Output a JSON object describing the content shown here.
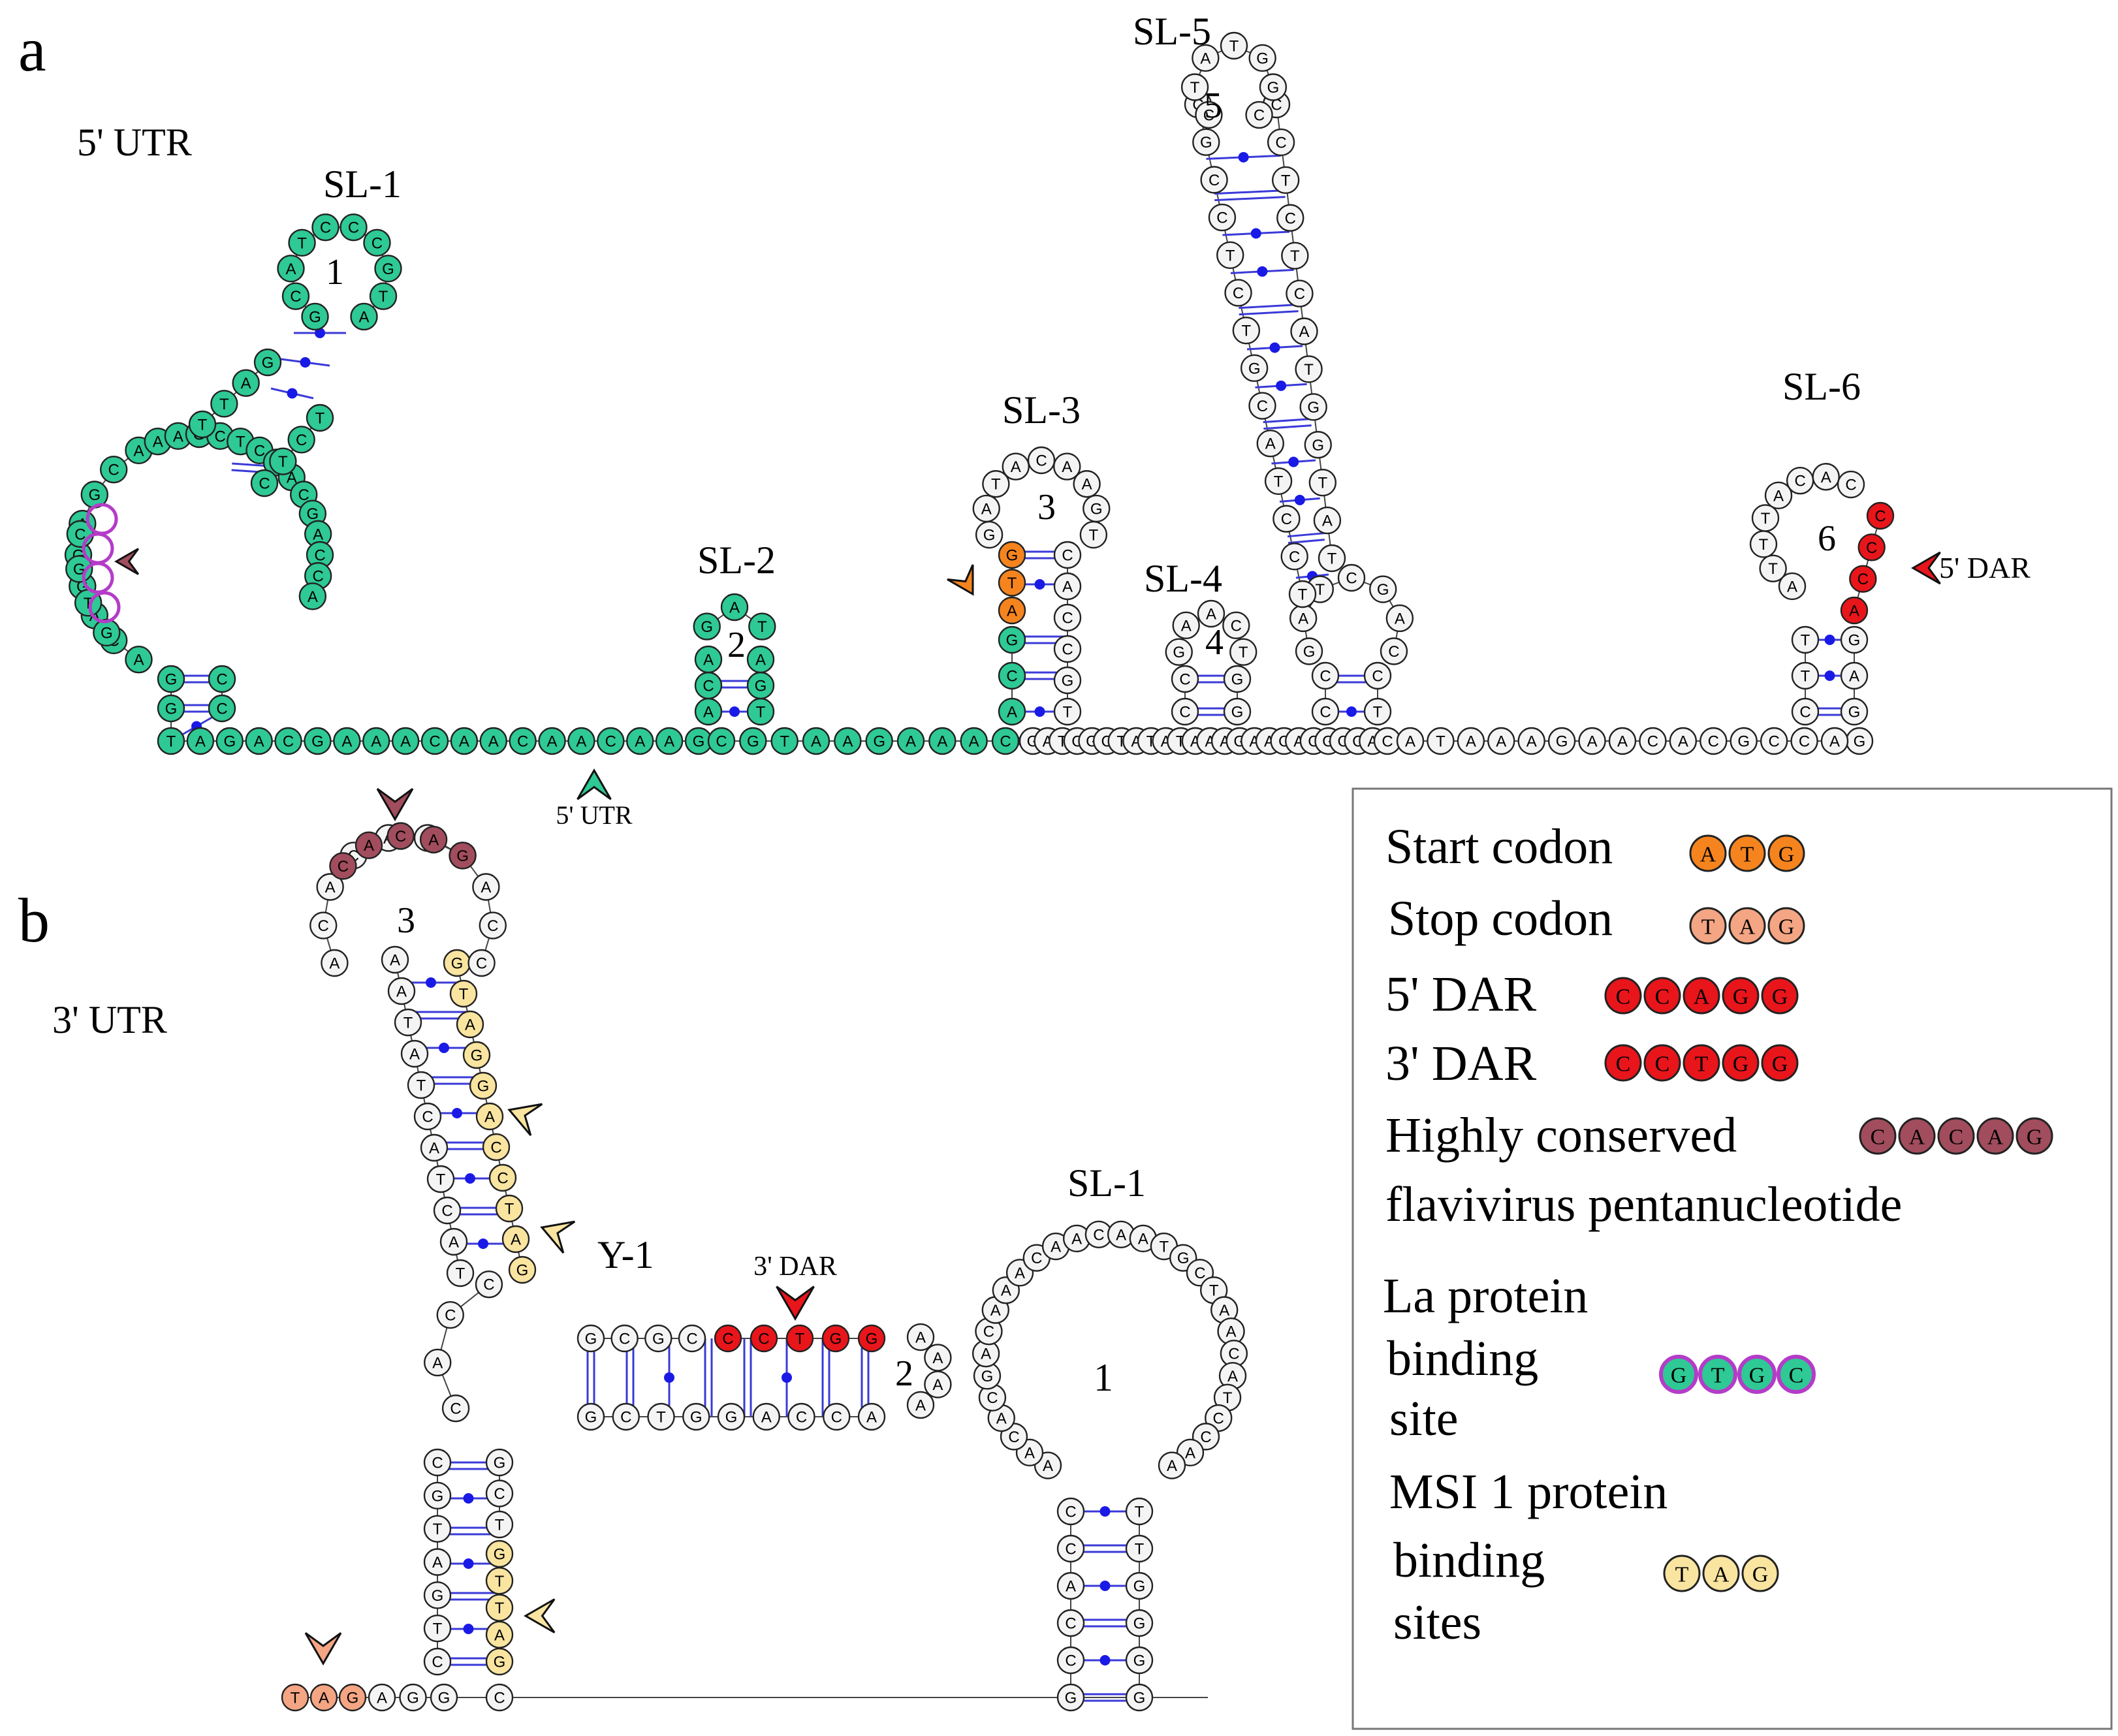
{
  "panels": {
    "a": {
      "letter": "a",
      "region": "5' UTR",
      "stem_loops": [
        "SL-1",
        "SL-2",
        "SL-3",
        "SL-4",
        "SL-5",
        "SL-6"
      ],
      "loop_numbers": [
        "1",
        "2",
        "3",
        "4",
        "5",
        "6"
      ],
      "marker_labels": {
        "utr": "5' UTR",
        "dar": "5' DAR"
      }
    },
    "b": {
      "letter": "b",
      "region": "3' UTR",
      "structures": {
        "y1": "Y-1",
        "sl1": "SL-1"
      },
      "loop_numbers": [
        "3",
        "2",
        "1"
      ],
      "marker_labels": {
        "dar": "3' DAR"
      }
    }
  },
  "legend": {
    "start_codon": {
      "label": "Start codon",
      "seq": [
        "A",
        "T",
        "G"
      ]
    },
    "stop_codon": {
      "label": "Stop codon",
      "seq": [
        "T",
        "A",
        "G"
      ]
    },
    "dar5": {
      "label": "5' DAR",
      "seq": [
        "C",
        "C",
        "A",
        "G",
        "G"
      ]
    },
    "dar3": {
      "label": "3' DAR",
      "seq": [
        "C",
        "C",
        "T",
        "G",
        "G"
      ]
    },
    "pentanucleotide": {
      "label_line1": "Highly conserved",
      "label_line2": "flavivirus pentanucleotide",
      "seq": [
        "C",
        "A",
        "C",
        "A",
        "G"
      ]
    },
    "la": {
      "label_line1": "La protein",
      "label_line2": "binding",
      "label_line3": "site",
      "seq": [
        "G",
        "T",
        "G",
        "C"
      ]
    },
    "msi": {
      "label_line1": "MSI 1 protein",
      "label_line2": "binding",
      "label_line3": "sites",
      "seq": [
        "T",
        "A",
        "G"
      ]
    }
  },
  "colors": {
    "green": "#2ec995",
    "orange": "#f5841f",
    "salmon": "#f4a583",
    "red": "#e8151b",
    "maroon": "#a14d5d",
    "yellow": "#f9e4a0",
    "white": "#f4f4f4",
    "la_ring": "#b43cc8",
    "pair_line": "#3a3ad8",
    "pair_dot": "#1a1ae6"
  }
}
